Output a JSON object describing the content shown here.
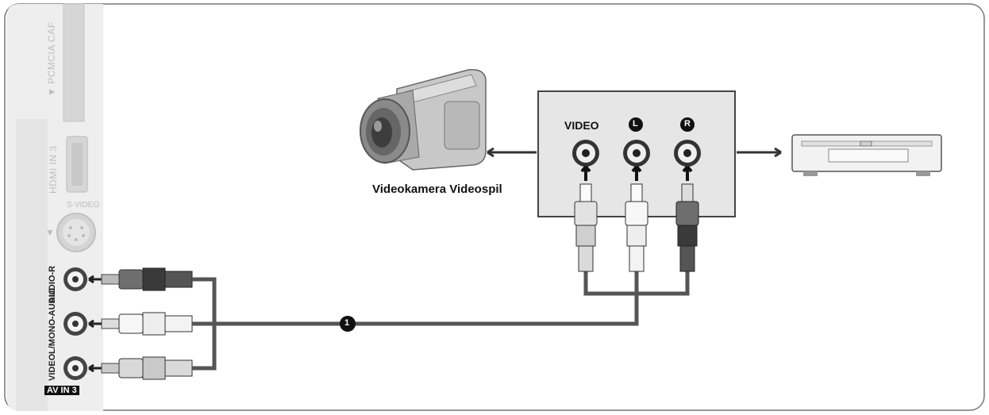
{
  "tv_panel": {
    "pcmcia_label": "▼ PCMCIA CAF",
    "hdmi_label": "HDMI IN 3",
    "svideo_label": "S-VIDEO",
    "svideo_arrow": "▼",
    "audio_r_label": "AUDIO-R",
    "audio_l_label": "L/MONO-AUDIO",
    "video_label": "VIDEO",
    "av_in_label": "AV IN 3"
  },
  "cable_marker": "1",
  "external_panel": {
    "video_label": "VIDEO",
    "left_label": "L",
    "right_label": "R"
  },
  "device_caption": "Videokamera Videospil",
  "colors": {
    "border": "#777777",
    "panel_fill": "#e6e6e6",
    "tv_panel_fill": "#eeeeee",
    "cable": "#555555",
    "plug_red": "#6e6e6e",
    "plug_white": "#f7f7f7",
    "plug_yellow": "#d8d8d8"
  },
  "icons": [
    "camcorder-icon",
    "dvd-player-icon",
    "arrow-left-icon",
    "arrow-right-icon",
    "rca-jack-icon",
    "rca-plug-icon"
  ]
}
